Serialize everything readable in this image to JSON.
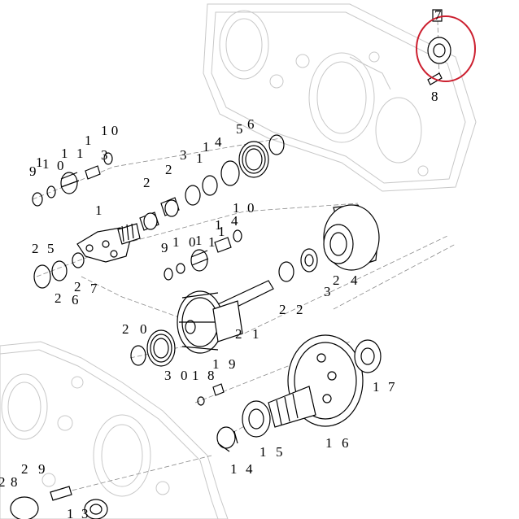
{
  "diagram": {
    "callouts": [
      "7",
      "8",
      "6",
      "5",
      "1 0",
      "4",
      "1",
      "1",
      "0",
      "1",
      "1",
      "9",
      "1",
      "3",
      "1",
      "2",
      "2",
      "3",
      "1",
      "0",
      "1",
      "1",
      "1",
      "4",
      "9",
      "1",
      "0",
      "1",
      "1",
      "1",
      "2",
      "5",
      "2",
      "6",
      "2",
      "7",
      "2",
      "2",
      "3",
      "2",
      "4",
      "2",
      "0",
      "2",
      "1",
      "3",
      "0",
      "1",
      "8",
      "1",
      "9",
      "1",
      "7",
      "1",
      "5",
      "1",
      "6",
      "1",
      "4",
      "2",
      "8",
      "2",
      "9",
      "1",
      "3"
    ],
    "highlight_color": "#cc1f2f"
  }
}
